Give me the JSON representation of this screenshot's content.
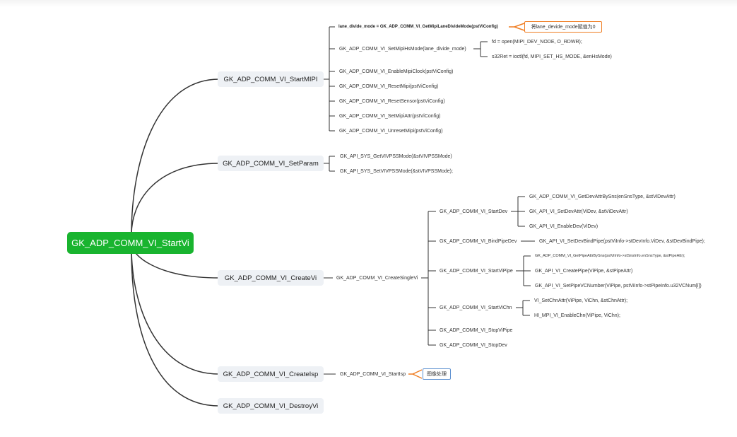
{
  "root": {
    "label": "GK_ADP_COMM_VI_StartVi"
  },
  "branches": {
    "startmipi": {
      "label": "GK_ADP_COMM_VI_StartMIPI",
      "children": [
        "lane_divide_mode = GK_ADP_COMM_VI_GetMipiLaneDivideMode(pstViConfig)",
        "GK_ADP_COMM_VI_SetMipiHsMode(lane_divide_mode)",
        "GK_ADP_COMM_VI_EnableMipiClock(pstViConfig)",
        "GK_ADP_COMM_VI_ResetMipi(pstViConfig)",
        "GK_ADP_COMM_VI_ResetSensor(pstViConfig)",
        "GK_ADP_COMM_VI_SetMipiAttr(pstViConfig)",
        "GK_ADP_COMM_VI_UnresetMipi(pstViConfig)"
      ],
      "note": "将lane_devide_mode赋值为0",
      "hsmode_children": [
        "fd = open(MIPI_DEV_NODE, O_RDWR);",
        "s32Ret = ioctl(fd, MIPI_SET_HS_MODE, &enHsMode)"
      ]
    },
    "setparam": {
      "label": "GK_ADP_COMM_VI_SetParam",
      "children": [
        "GK_API_SYS_GetVIVPSSMode(&stVIVPSSMode)",
        "GK_API_SYS_SetVIVPSSMode(&stVIVPSSMode);"
      ]
    },
    "createvi": {
      "label": "GK_ADP_COMM_VI_CreateVi",
      "single": "GK_ADP_COMM_VI_CreateSingleVi",
      "children": [
        "GK_ADP_COMM_VI_StartDev",
        "GK_ADP_COMM_VI_BindPipeDev",
        "GK_ADP_COMM_VI_StartViPipe",
        "GK_ADP_COMM_VI_StartViChn",
        "GK_ADP_COMM_VI_StopViPipe",
        "GK_ADP_COMM_VI_StopDev"
      ],
      "startdev_children": [
        "GK_ADP_COMM_VI_GetDevAttrBySns(enSnsType, &stViDevAttr)",
        "GK_API_VI_SetDevAttr(ViDev, &stViDevAttr)",
        "GK_API_VI_EnableDev(ViDev)"
      ],
      "bindpipe_child": "GK_API_VI_SetDevBindPipe(pstViInfo->stDevInfo.ViDev, &stDevBindPipe);",
      "startvipipe_children": [
        "GK_ADP_COMM_VI_GetPipeAttrBySns(pstViInfo->stSnsInfo.enSnsType, &stPipeAttr);",
        "GK_API_VI_CreatePipe(ViPipe, &stPipeAttr)",
        "GK_API_VI_SetPipeVCNumber(ViPipe, pstViInfo->stPipeInfo.u32VCNum[i])"
      ],
      "startvichn_children": [
        "VI_SetChnAttr(ViPipe, ViChn, &stChnAttr);",
        "HI_MPI_VI_EnableChn(ViPipe, ViChn);"
      ]
    },
    "createisp": {
      "label": "GK_ADP_COMM_VI_CreateIsp",
      "child": "GK_ADP_COMM_VI_StartIsp",
      "note": "图像处理"
    },
    "destroyvi": {
      "label": "GK_ADP_COMM_VI_DestroyVi"
    }
  },
  "colors": {
    "root": "#19b42f",
    "node_bg": "#eef1f5",
    "line": "#333333",
    "note_border": "#ef7d22",
    "note_border_alt": "#5b8fd0"
  }
}
